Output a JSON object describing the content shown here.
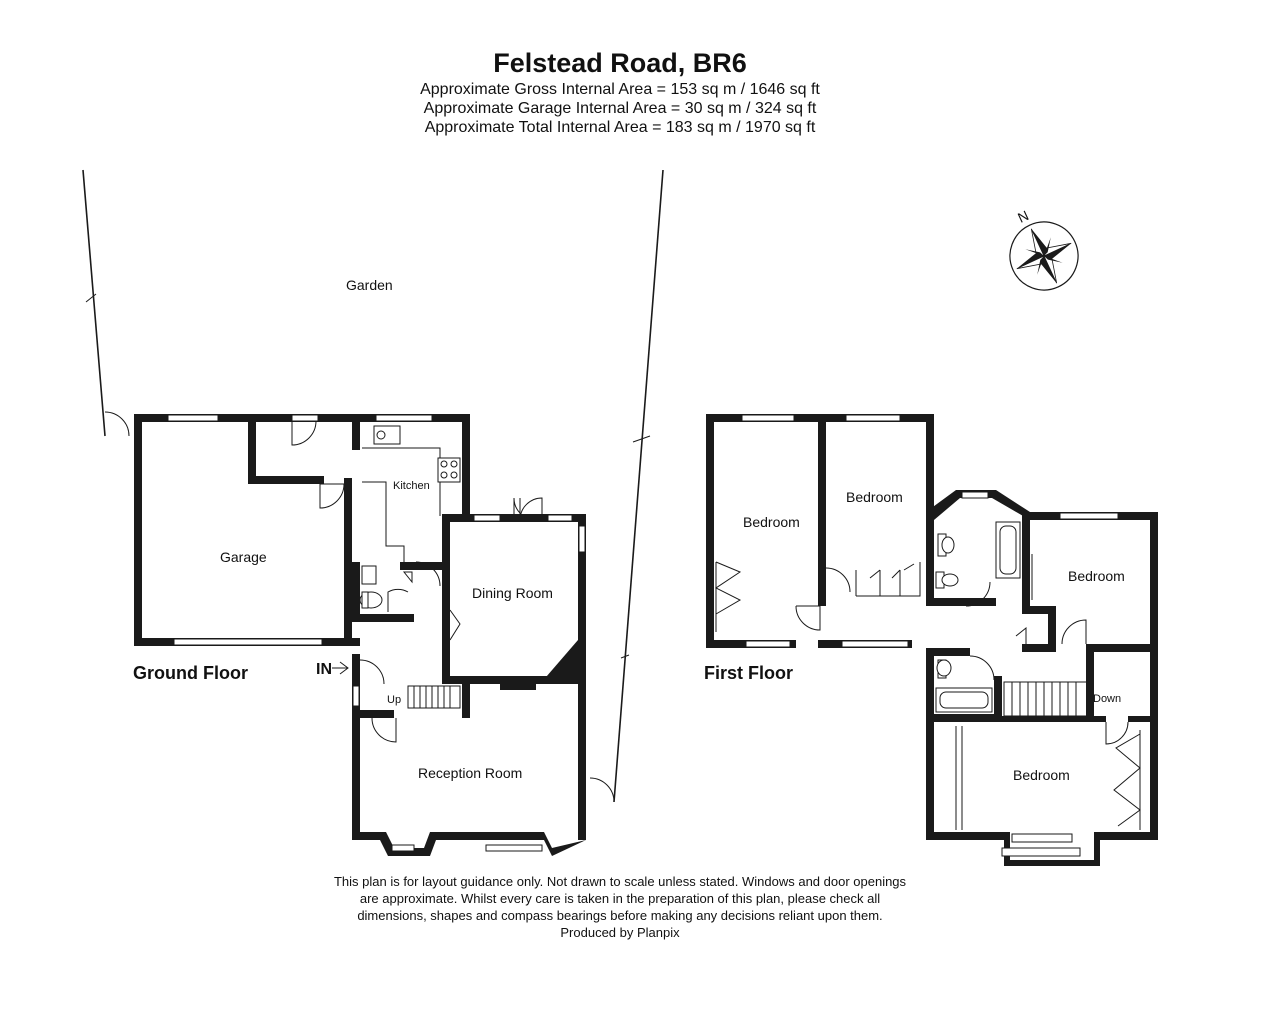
{
  "header": {
    "title": "Felstead Road, BR6",
    "gross_area": "Approximate Gross Internal Area = 153 sq m / 1646 sq ft",
    "garage_area": "Approximate Garage Internal Area = 30 sq m / 324 sq ft",
    "total_area": "Approximate Total Internal Area = 183 sq m / 1970 sq ft"
  },
  "labels": {
    "garden": "Garden",
    "garage": "Garage",
    "kitchen": "Kitchen",
    "dining_room": "Dining Room",
    "reception_room": "Reception Room",
    "up": "Up",
    "in": "IN",
    "ground_floor": "Ground Floor",
    "first_floor": "First Floor",
    "bedroom_1": "Bedroom",
    "bedroom_2": "Bedroom",
    "bedroom_3": "Bedroom",
    "bedroom_4": "Bedroom",
    "down": "Down",
    "compass_north": "N"
  },
  "disclaimer": {
    "line1": "This plan is for layout guidance only. Not drawn to scale unless stated. Windows and door openings",
    "line2": "are approximate. Whilst every care is taken in the preparation of this plan, please check all",
    "line3": "dimensions, shapes and compass bearings before making any decisions reliant upon them.",
    "line4": "Produced by Planpix"
  }
}
